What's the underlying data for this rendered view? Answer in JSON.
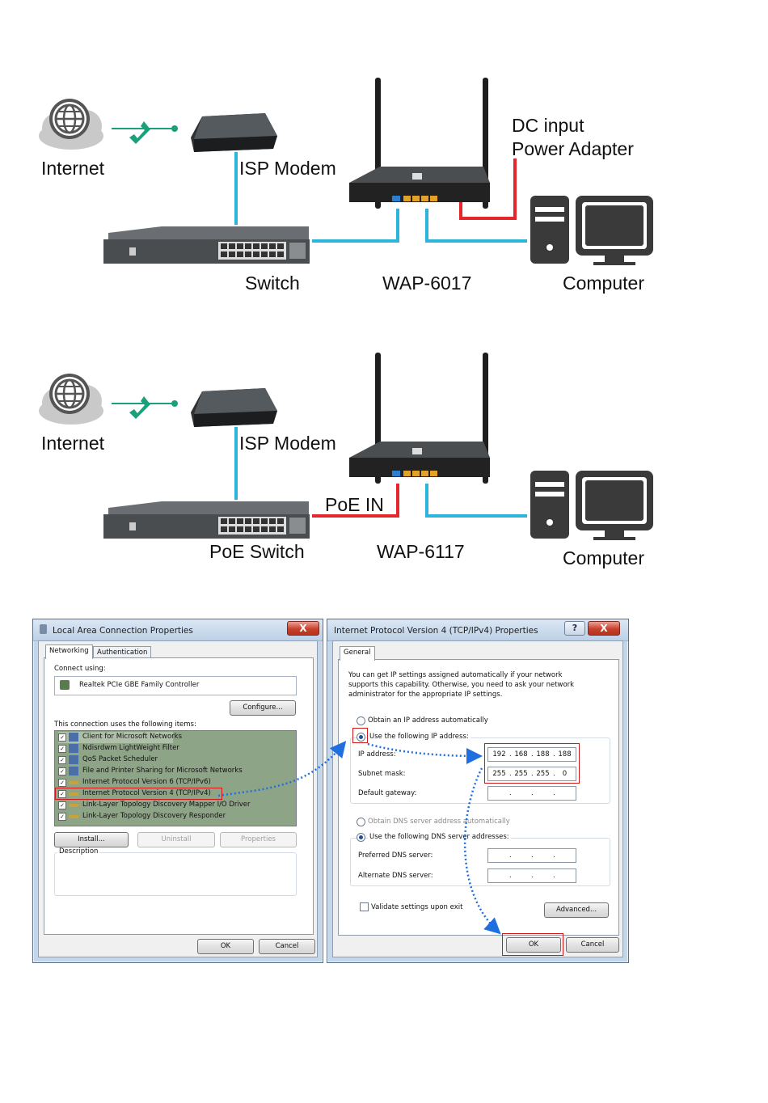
{
  "diagram1": {
    "labels": {
      "internet": "Internet",
      "isp_modem": "ISP Modem",
      "dc_input": "DC input",
      "power_adapter": "Power Adapter",
      "switch": "Switch",
      "device": "WAP-6017",
      "computer": "Computer"
    }
  },
  "diagram2": {
    "labels": {
      "internet": "Internet",
      "isp_modem": "ISP Modem",
      "poe_in": "PoE IN",
      "switch": "PoE Switch",
      "device": "WAP-6117",
      "computer": "Computer"
    }
  },
  "colors": {
    "ethernet": "#2bb5dc",
    "power": "#e5262b",
    "phone": "#1aa07a",
    "highlight": "#d01818",
    "arrow": "#1f6fe0"
  },
  "lan_dialog": {
    "title": "Local Area Connection Properties",
    "close": "X",
    "tabs": [
      "Networking",
      "Authentication"
    ],
    "connect_using_label": "Connect using:",
    "adapter": "Realtek PCIe GBE Family Controller",
    "configure_button": "Configure...",
    "items_label": "This connection uses the following items:",
    "items": [
      "Client for Microsoft Networks",
      "Ndisrdwm LightWeight Filter",
      "QoS Packet Scheduler",
      "File and Printer Sharing for Microsoft Networks",
      "Internet Protocol Version 6 (TCP/IPv6)",
      "Internet Protocol Version 4 (TCP/IPv4)",
      "Link-Layer Topology Discovery Mapper I/O Driver",
      "Link-Layer Topology Discovery Responder"
    ],
    "install_button": "Install...",
    "uninstall_button": "Uninstall",
    "properties_button": "Properties",
    "description_label": "Description",
    "ok_button": "OK",
    "cancel_button": "Cancel"
  },
  "ipv4_dialog": {
    "title": "Internet Protocol Version 4 (TCP/IPv4) Properties",
    "help": "?",
    "close": "X",
    "tab": "General",
    "intro_line1": "You can get IP settings assigned automatically if your network",
    "intro_line2": "supports this capability. Otherwise, you need to ask your network",
    "intro_line3": "administrator for the appropriate IP settings.",
    "obtain_ip": "Obtain an IP address automatically",
    "use_ip": "Use the following IP address:",
    "ip_label": "IP address:",
    "ip": [
      "192",
      "168",
      "188",
      "188"
    ],
    "mask_label": "Subnet mask:",
    "mask": [
      "255",
      "255",
      "255",
      "0"
    ],
    "gateway_label": "Default gateway:",
    "obtain_dns": "Obtain DNS server address automatically",
    "use_dns": "Use the following DNS server addresses:",
    "preferred_dns_label": "Preferred DNS server:",
    "alternate_dns_label": "Alternate DNS server:",
    "validate_label": "Validate settings upon exit",
    "advanced_button": "Advanced...",
    "ok_button": "OK",
    "cancel_button": "Cancel"
  }
}
